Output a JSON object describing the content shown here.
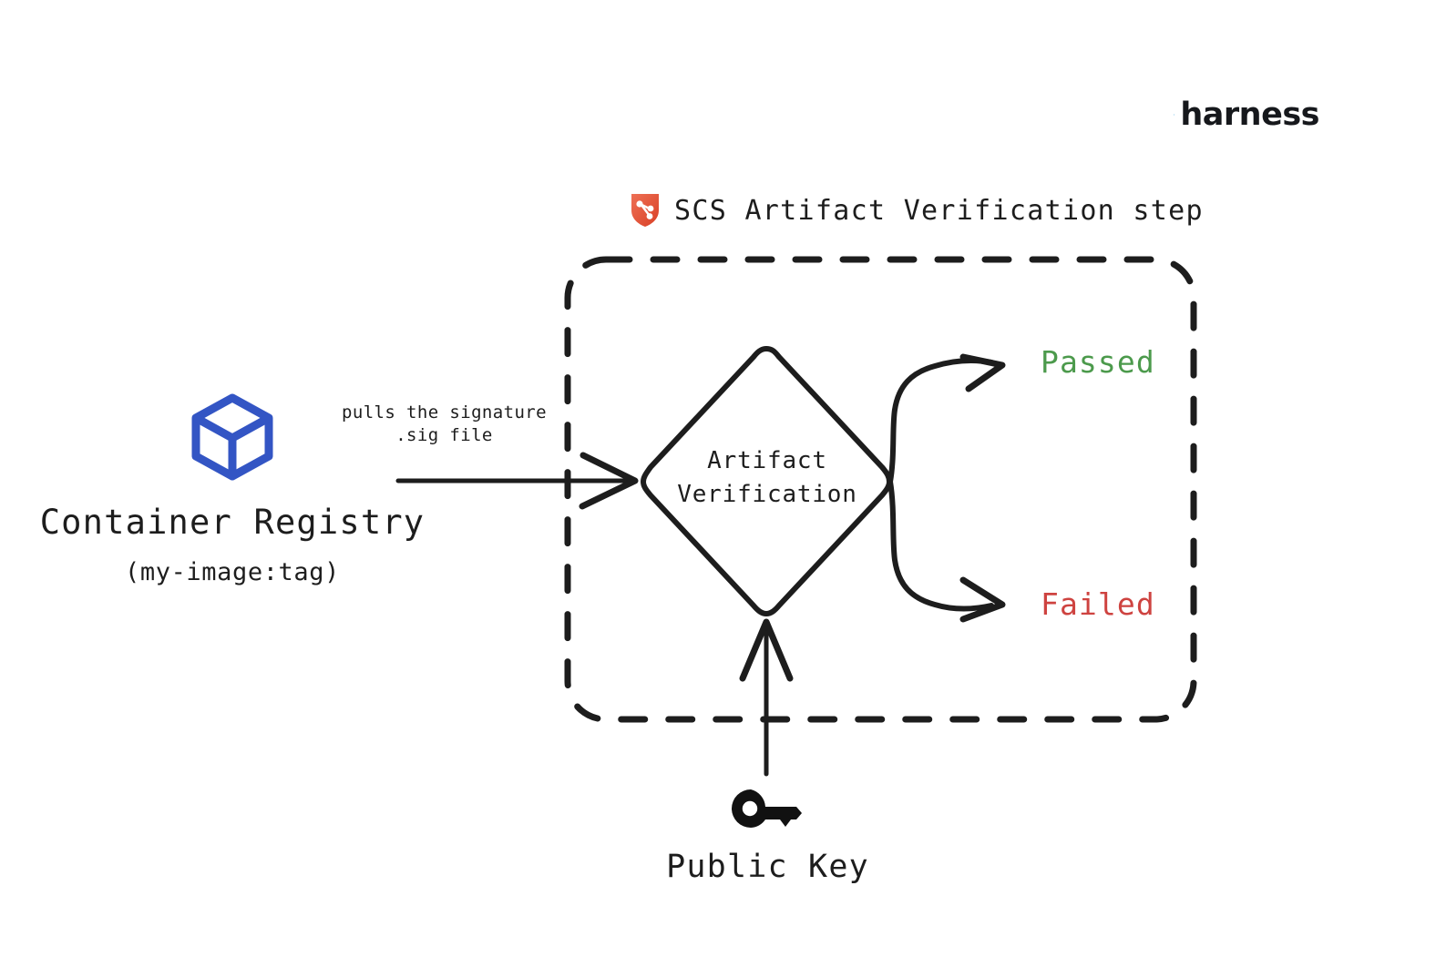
{
  "brand": {
    "name": "harness",
    "logo_icon": "harness-diamond-logo",
    "logo_color": "#4FAEE4",
    "wordmark_color": "#16181C"
  },
  "step": {
    "icon": "scs-shield-icon",
    "icon_color": "#E05038",
    "title": "SCS Artifact Verification step"
  },
  "nodes": {
    "registry": {
      "icon": "container-cube-icon",
      "icon_color": "#3355C4",
      "name": "Container Registry",
      "tag": "(my-image:tag)"
    },
    "decision": {
      "line1": "Artifact",
      "line2": "Verification",
      "shape": "diamond"
    },
    "public_key": {
      "icon": "key-icon",
      "icon_color": "#111111",
      "label": "Public Key"
    }
  },
  "edges": {
    "registry_to_decision": {
      "label_line1": "pulls the signature",
      "label_line2": ".sig file"
    }
  },
  "outcomes": [
    {
      "label": "Passed",
      "color": "#4C9A4C"
    },
    {
      "label": "Failed",
      "color": "#CE4340"
    }
  ],
  "colors": {
    "stroke": "#1D1D1D",
    "background": "#FFFFFF",
    "dashed_border": "#1D1D1D"
  }
}
